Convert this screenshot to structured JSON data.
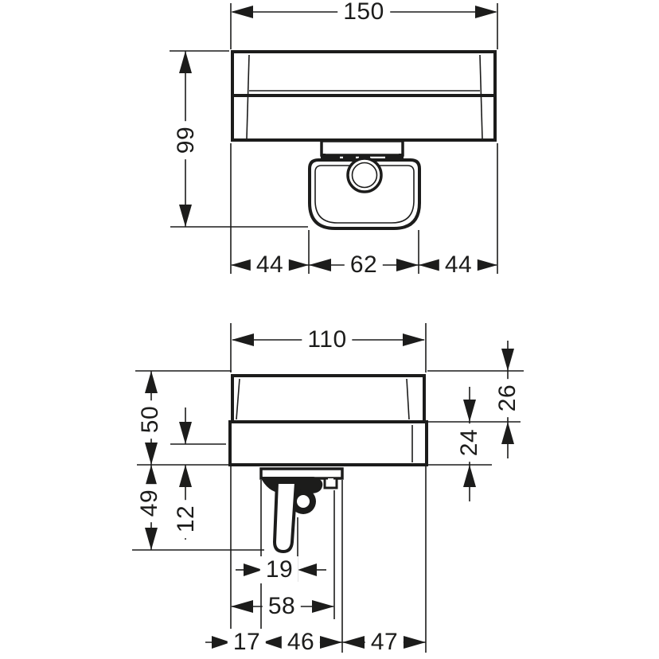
{
  "drawing": {
    "kind": "technical-dimension-drawing",
    "units": "mm",
    "colors": {
      "ink": "#1c1c1b",
      "background": "#ffffff"
    },
    "views": {
      "front": {
        "name": "front view (wall-mounted shelf with soap dispenser)",
        "dims": {
          "width": "150",
          "height": "99",
          "bottom_left": "44",
          "bottom_center": "62",
          "bottom_right": "44"
        }
      },
      "side": {
        "name": "side view (profile with pump lever)",
        "dims": {
          "width": "110",
          "left_total": "50",
          "left_drop": "49",
          "left_inner": "12",
          "right_upper": "26",
          "right_lower": "24",
          "lever_offset": "19",
          "depth": "58",
          "bottom_left": "17",
          "bottom_center": "46",
          "bottom_right": "47"
        }
      }
    }
  }
}
